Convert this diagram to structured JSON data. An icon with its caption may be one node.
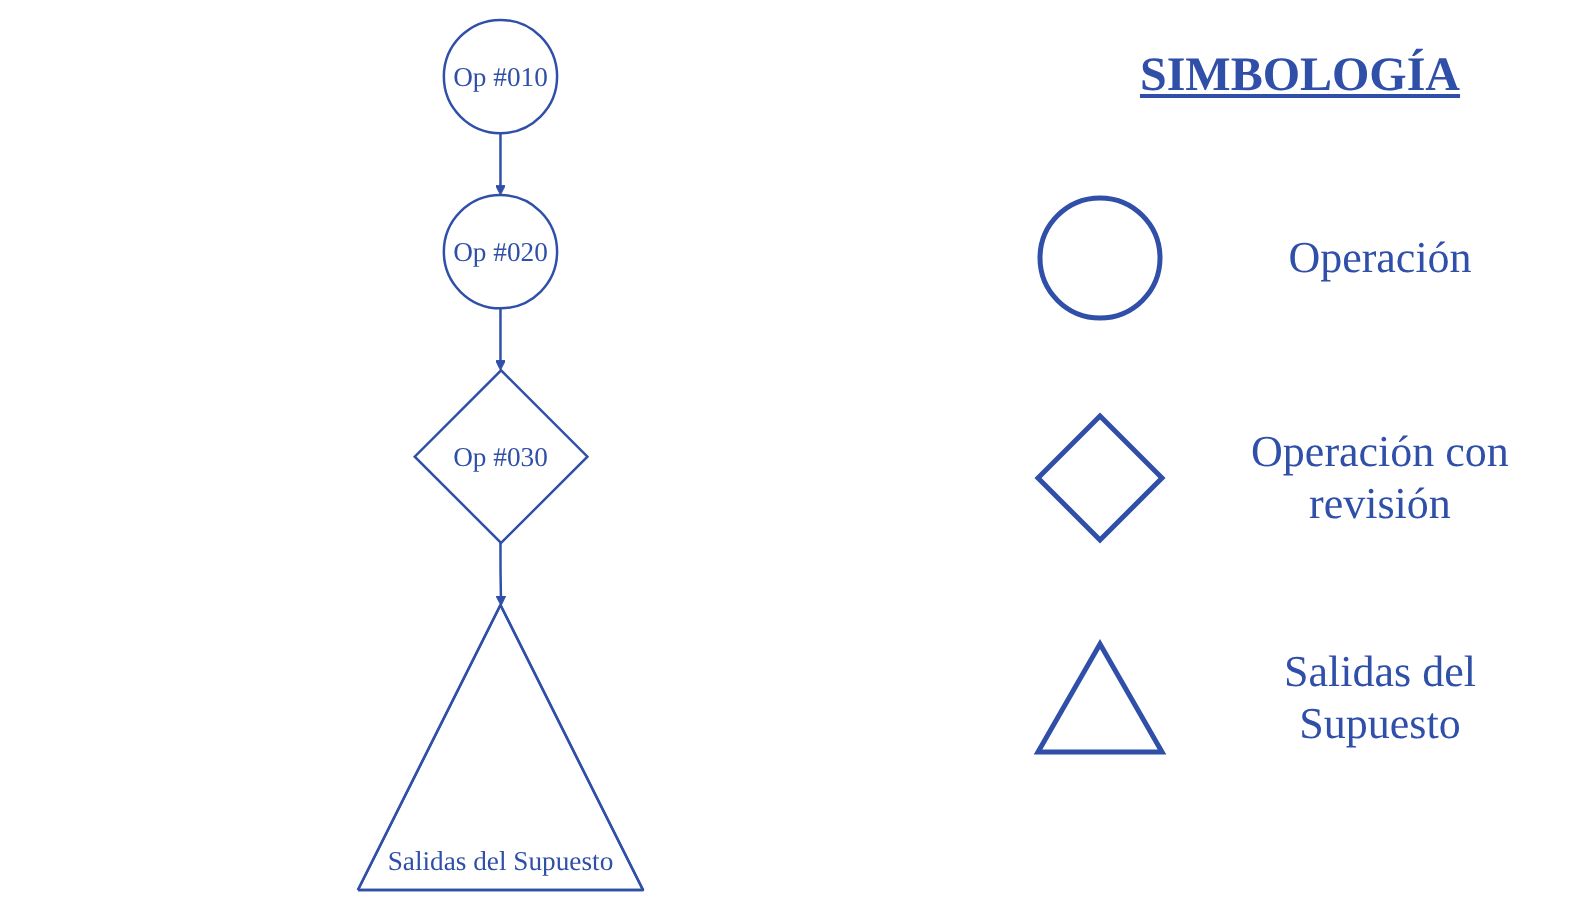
{
  "diagram": {
    "nodes": [
      {
        "text": [
          "Op #010"
        ]
      },
      {
        "text": [
          "Op #020"
        ]
      },
      {
        "text": [
          "Op #030"
        ]
      },
      {
        "text": [
          "Salidas del Supuesto"
        ]
      }
    ],
    "edges": [
      {
        "from": 0,
        "to": 1,
        "arrow": "to"
      },
      {
        "from": 1,
        "to": 2,
        "arrow": "to"
      },
      {
        "from": 2,
        "to": 3,
        "arrow": "to"
      }
    ],
    "labels": [
      "SIMBOLOGÍA"
    ],
    "legend": [
      {
        "text": "Operación"
      },
      {
        "text": "Operación con revisión"
      },
      {
        "text": "Salidas del Supuesto"
      }
    ]
  }
}
